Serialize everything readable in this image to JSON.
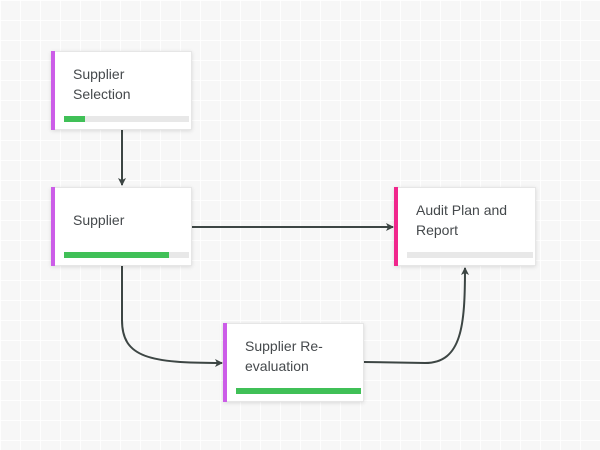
{
  "diagram": {
    "type": "flowchart",
    "colors": {
      "accent_purple": "#cc5de8",
      "accent_pink": "#f0268c",
      "progress_fill": "#40c057",
      "progress_track": "#e8e8e8",
      "edge": "#3d4644"
    },
    "nodes": [
      {
        "id": "supplier-selection",
        "label": "Supplier Selection",
        "accent": "#cc5de8",
        "progress": 0.17
      },
      {
        "id": "supplier",
        "label": "Supplier",
        "accent": "#cc5de8",
        "progress": 0.84
      },
      {
        "id": "audit-plan-report",
        "label": "Audit Plan and Report",
        "accent": "#f0268c",
        "progress": 0.0
      },
      {
        "id": "supplier-re-evaluation",
        "label": "Supplier Re-evaluation",
        "accent": "#cc5de8",
        "progress": 1.0
      }
    ],
    "edges": [
      {
        "from": "supplier-selection",
        "to": "supplier"
      },
      {
        "from": "supplier",
        "to": "audit-plan-report"
      },
      {
        "from": "supplier",
        "to": "supplier-re-evaluation"
      },
      {
        "from": "supplier-re-evaluation",
        "to": "audit-plan-report"
      }
    ]
  }
}
